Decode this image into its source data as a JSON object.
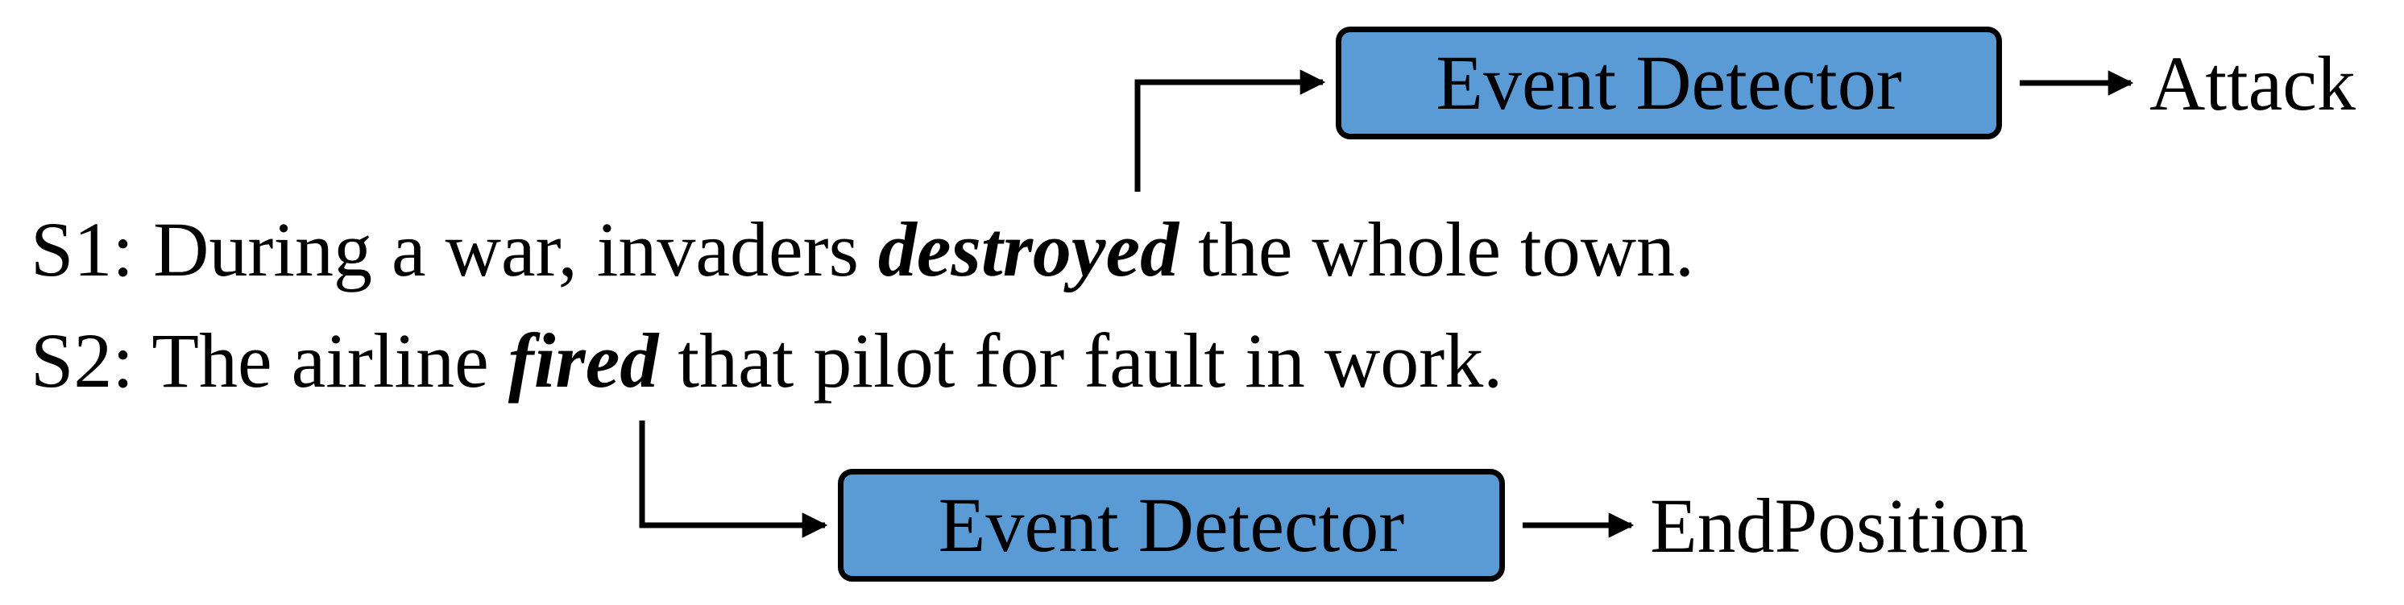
{
  "colors": {
    "box_fill": "#5b9bd5",
    "stroke": "#000000",
    "text": "#000000"
  },
  "detectors": [
    {
      "label": "Event Detector",
      "output": "Attack"
    },
    {
      "label": "Event Detector",
      "output": "EndPosition"
    }
  ],
  "sentences": [
    {
      "id": "S1:",
      "before": "During a war, invaders",
      "trigger": "destroyed",
      "after": "the whole town."
    },
    {
      "id": "S2:",
      "before": "The airline",
      "trigger": "fired",
      "after": "that pilot for fault in work."
    }
  ]
}
